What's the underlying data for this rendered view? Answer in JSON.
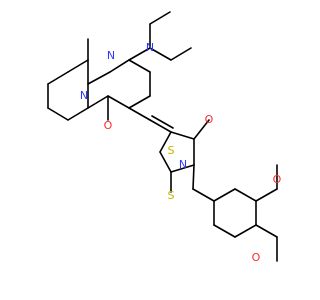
{
  "colors": {
    "background": "#ffffff",
    "bond": "#000000",
    "nitrogen": "#2f35ff",
    "oxygen": "#ff2b2b",
    "sulfur": "#c7b300"
  },
  "molecule": {
    "atoms": [
      {
        "id": "N1",
        "label": "N",
        "element": "nitrogen"
      },
      {
        "id": "N2",
        "label": "N",
        "element": "nitrogen"
      },
      {
        "id": "N3",
        "label": "N",
        "element": "nitrogen"
      },
      {
        "id": "N4",
        "label": "N",
        "element": "nitrogen"
      },
      {
        "id": "O1",
        "label": "O",
        "element": "oxygen"
      },
      {
        "id": "O2",
        "label": "O",
        "element": "oxygen"
      },
      {
        "id": "O3",
        "label": "O",
        "element": "oxygen"
      },
      {
        "id": "O4",
        "label": "O",
        "element": "oxygen"
      },
      {
        "id": "S1",
        "label": "S",
        "element": "sulfur"
      },
      {
        "id": "S2",
        "label": "S",
        "element": "sulfur"
      }
    ]
  }
}
